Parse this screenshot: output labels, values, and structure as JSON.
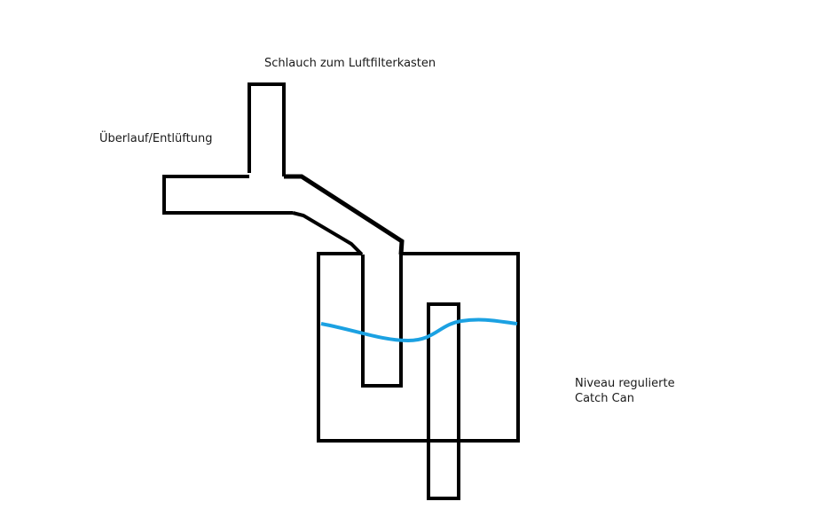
{
  "labels": {
    "hose": "Schlauch zum Luftfilterkasten",
    "overflow": "Überlauf/Entlüftung",
    "catch_can_line1": "Niveau regulierte",
    "catch_can_line2": "Catch Can"
  },
  "colors": {
    "stroke": "#000000",
    "liquid_level": "#1ba1e2"
  }
}
